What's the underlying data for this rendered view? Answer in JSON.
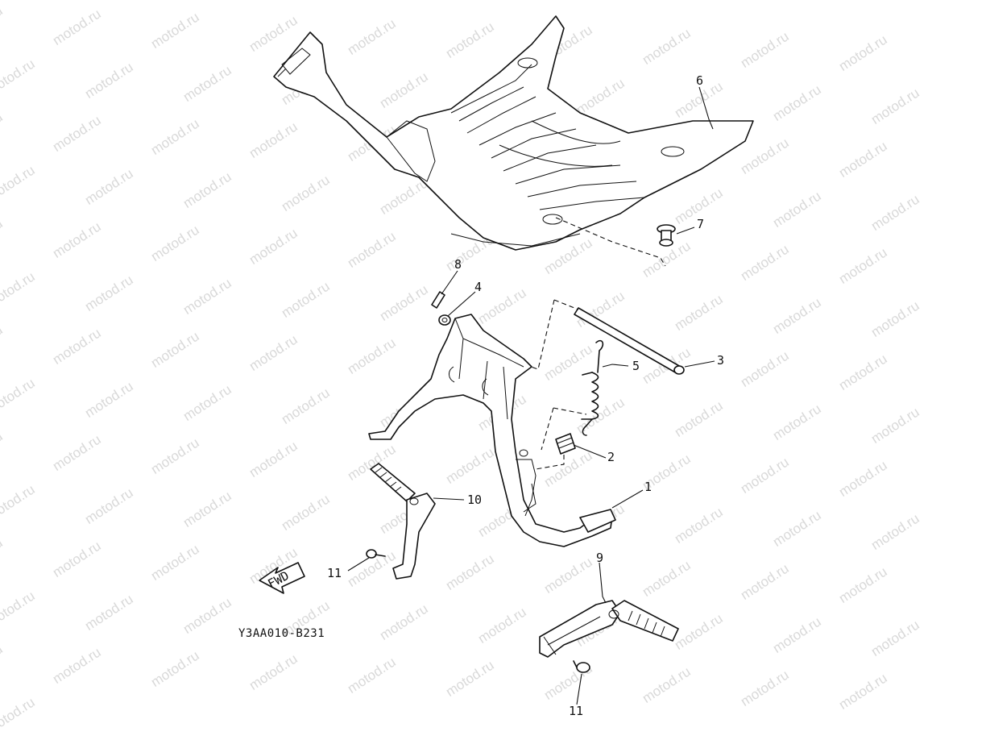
{
  "watermark": {
    "text": "motod.ru"
  },
  "diagram": {
    "drawing_code": "Y3AA010-B231",
    "direction_arrow_label": "FWD",
    "callouts": {
      "c1": "1",
      "c2": "2",
      "c3": "3",
      "c4": "4",
      "c5": "5",
      "c6": "6",
      "c7": "7",
      "c8": "8",
      "c9": "9",
      "c10": "10",
      "c11a": "11",
      "c11b": "11"
    }
  }
}
